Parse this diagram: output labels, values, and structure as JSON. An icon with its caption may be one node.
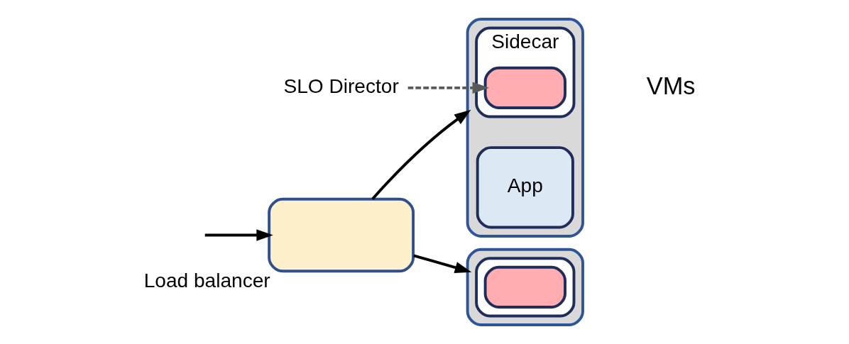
{
  "diagram": {
    "nodes": [
      {
        "text": [
          "Load balancer"
        ]
      },
      {
        "text": [],
        "shape": "box"
      },
      {
        "text": [],
        "shape": "box",
        "in": 1
      },
      {
        "text": [],
        "shape": "box",
        "in": 2
      },
      {
        "text": [],
        "shape": "box"
      },
      {
        "text": [
          "Sidecar"
        ],
        "in": 4
      },
      {
        "text": [],
        "shape": "box",
        "in": 5
      },
      {
        "text": [
          "App"
        ],
        "in": 4
      },
      {
        "text": [
          "SLO Director"
        ]
      }
    ],
    "edges": [
      {
        "from": null,
        "to": 0,
        "arrow": "to"
      },
      {
        "from": 0,
        "to": 1,
        "arrow": "to"
      },
      {
        "from": 0,
        "to": 4,
        "arrow": "to"
      },
      {
        "from": 8,
        "to": 6,
        "arrow": "to",
        "style": "dashed",
        "color": "#595959"
      }
    ],
    "labels": [
      "VMs"
    ]
  }
}
